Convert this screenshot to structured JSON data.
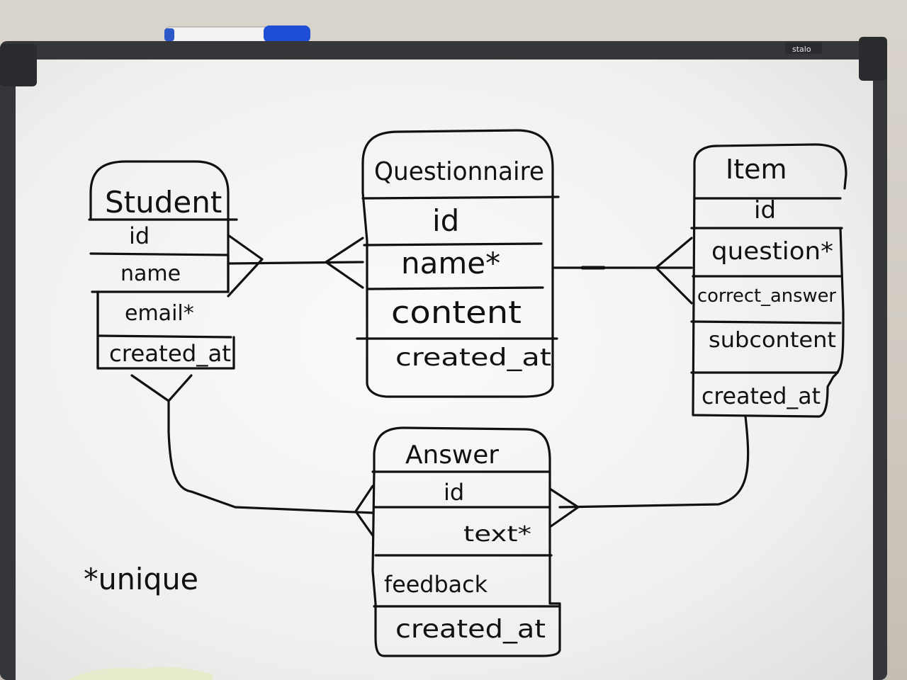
{
  "board": {
    "brand": "stalo"
  },
  "entities": {
    "student": {
      "title": "Student",
      "fields": [
        "id",
        "name",
        "email*",
        "created_at"
      ]
    },
    "questionnaire": {
      "title": "Questionnaire",
      "fields": [
        "id",
        "name*",
        "content",
        "created_at"
      ]
    },
    "item": {
      "title": "Item",
      "fields": [
        "id",
        "question*",
        "correct_answer",
        "subcontent",
        "created_at"
      ]
    },
    "answer": {
      "title": "Answer",
      "fields": [
        "id",
        "text*",
        "feedback",
        "created_at"
      ]
    }
  },
  "legend": {
    "note": "*unique"
  },
  "colors": {
    "ink": "#111111",
    "board": "#f4f5f3",
    "frame": "#3a3b3d",
    "marker_cap": "#1f4fd6"
  }
}
